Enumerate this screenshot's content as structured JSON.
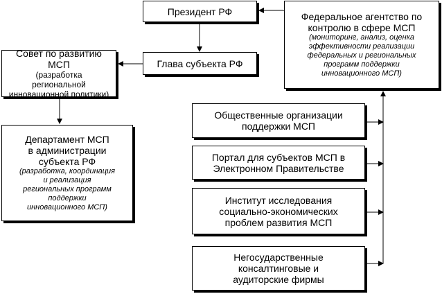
{
  "boxes": {
    "president": {
      "title": "Президент РФ"
    },
    "head": {
      "title": "Глава субъекта РФ"
    },
    "council": {
      "title": "Совет по развитию\nМСП",
      "note": "(разработка\nрегиональной\nинновационной политики)"
    },
    "agency": {
      "title": "Федеральное агентство по\nконтролю в сфере МСП",
      "note": "(мониторинг, анализ, оценка\nэффективности реализации\nфедеральных и региональных\nпрограмм поддержки\nинновационного  МСП)"
    },
    "department": {
      "title": "Департамент МСП\nв администрации\nсубъекта РФ",
      "note": "(разработка, координация\nи реализация\nрегиональных программ\nподдержки\nинновационного МСП)"
    },
    "public_orgs": {
      "title": "Общественные организации\nподдержки МСП"
    },
    "portal": {
      "title": "Портал для субъектов МСП в\nЭлектронном Правительстве"
    },
    "institute": {
      "title": "Институт исследования\nсоциально-экономических\nпроблем развития МСП"
    },
    "consulting": {
      "title": "Негосударственные\nконсалтинговые и\nаудиторские фирмы"
    }
  }
}
